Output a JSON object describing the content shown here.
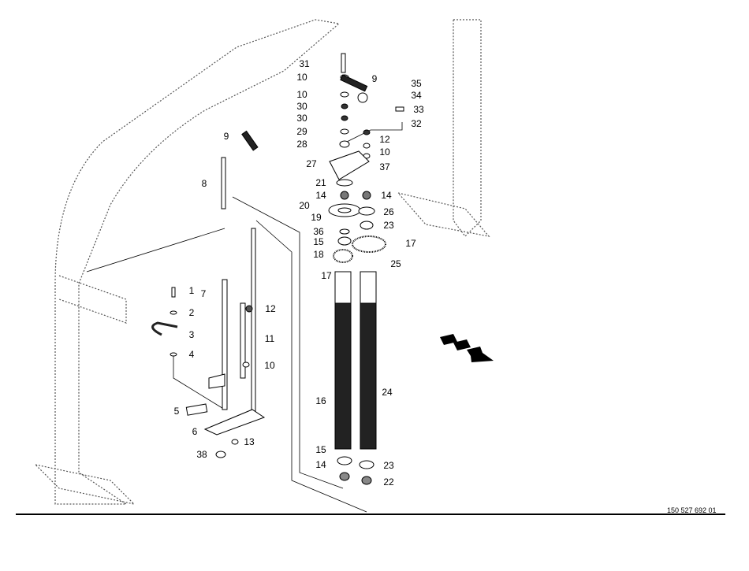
{
  "diagram": {
    "document_number": "150 527 692 01",
    "callouts": [
      "31",
      "10",
      "9",
      "10",
      "30",
      "30",
      "29",
      "28",
      "35",
      "34",
      "33",
      "32",
      "12",
      "10",
      "37",
      "27",
      "21",
      "14",
      "14",
      "20",
      "26",
      "19",
      "23",
      "36",
      "15",
      "17",
      "18",
      "25",
      "17",
      "9",
      "8",
      "1",
      "7",
      "2",
      "3",
      "12",
      "11",
      "4",
      "10",
      "16",
      "24",
      "5",
      "6",
      "13",
      "38",
      "15",
      "23",
      "14",
      "22"
    ],
    "colors": {
      "line": "#000000",
      "dashed": "#444444"
    }
  }
}
